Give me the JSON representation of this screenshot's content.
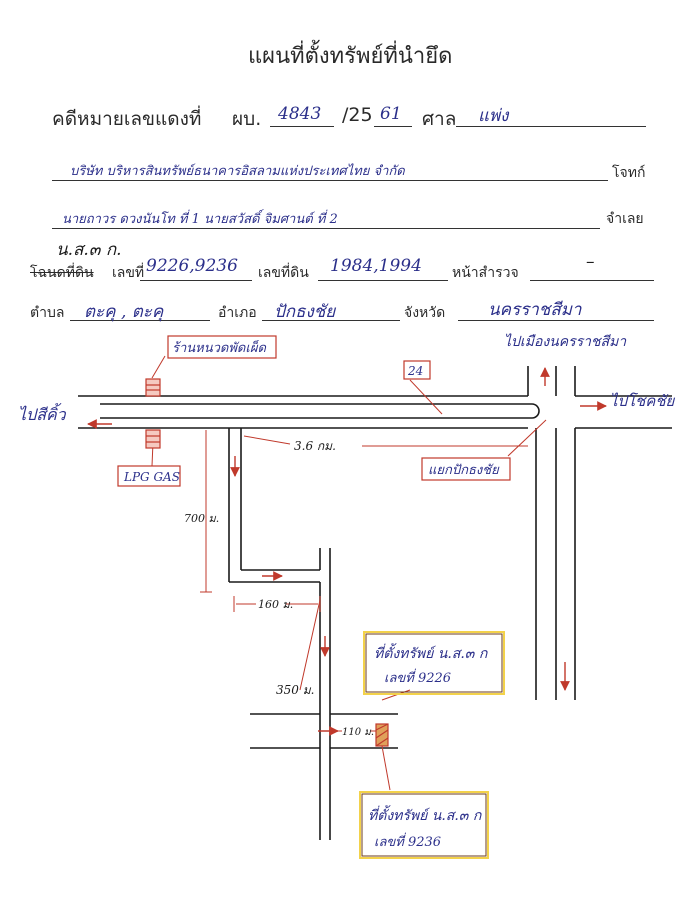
{
  "header": {
    "title": "แผนที่ตั้งทรัพย์ที่นำยึด",
    "case_label": "คดีหมายเลขแดงที่",
    "case_prefix": "ผบ.",
    "case_number": "4843",
    "case_year_prefix": "/25",
    "case_year": "61",
    "court_label": "ศาล",
    "court_value": "แพ่ง"
  },
  "parties": {
    "plaintiff_value": "บริษัท บริหารสินทรัพย์ธนาคารอิสลามแห่งประเทศไทย จำกัด",
    "plaintiff_label": "โจทก์",
    "defendant_value": "นายถาวร ดวงนันโท ที่ 1 นายสวัสดิ์ จิมศานต์ ที่ 2",
    "defendant_label": "จำเลย"
  },
  "deed": {
    "doc_type_handwritten": "น.ส.๓ ก.",
    "deed_label_struck": "โฉนดที่ดิน",
    "number_label": "เลขที่",
    "deed_numbers": "9226,9236",
    "land_number_label": "เลขที่ดิน",
    "land_numbers": "1984,1994",
    "survey_page_label": "หน้าสำรวจ",
    "survey_page_value": "–"
  },
  "location": {
    "subdistrict_label": "ตำบล",
    "subdistrict_value": "ตะคุ , ตะคุ",
    "district_label": "อำเภอ",
    "district_value": "ปักธงชัย",
    "province_label": "จังหวัด",
    "province_value": "นครราชสีมา"
  },
  "map": {
    "to_nakhon_ratchasima": "ไปเมืองนครราชสีมา",
    "shop_label": "ร้านหนวดพัดเผ็ด",
    "road_number": "24",
    "to_sikhio": "ไปสีคิ้ว",
    "to_chokchai": "ไปโชคชัย",
    "distance_36": "3.6 กม.",
    "junction_label": "แยกปักธงชัย",
    "lpg_label": "LPG GAS",
    "distance_700": "700 ม.",
    "distance_160": "160 ม.",
    "distance_350": "350 ม.",
    "distance_110": "110 ม.",
    "property1_line1": "ที่ตั้งทรัพย์ น.ส.๓ ก",
    "property1_line2": "เลขที่ 9226",
    "property2_line1": "ที่ตั้งทรัพย์ น.ส.๓ ก",
    "property2_line2": "เลขที่ 9236",
    "colors": {
      "road": "#1a1a1a",
      "ink_blue": "#2b2f8a",
      "ink_red": "#c0392b",
      "highlight": "#f3d24a"
    }
  }
}
